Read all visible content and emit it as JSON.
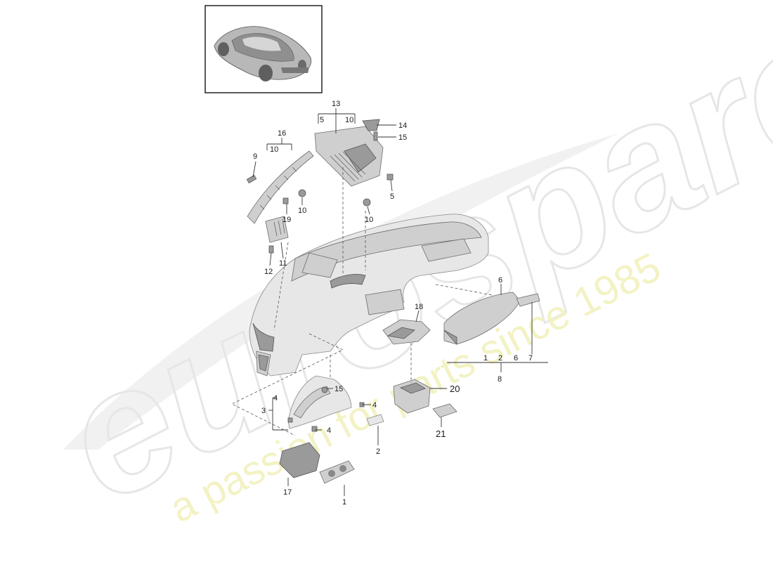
{
  "watermark": {
    "logo": "eurospares",
    "tagline": "a passion for parts since 1985"
  },
  "callouts": {
    "c13": "13",
    "c13_5": "5",
    "c13_10": "10",
    "c14": "14",
    "c15_top": "15",
    "c16": "16",
    "c16_10": "10",
    "c9": "9",
    "c19": "19",
    "c10_left": "10",
    "c10_mid": "10",
    "c5": "5",
    "c12": "12",
    "c11": "11",
    "c6": "6",
    "c7": "7",
    "c8": "8",
    "c8_1": "1",
    "c8_2": "2",
    "c8_6": "6",
    "c8_7": "7",
    "c18": "18",
    "c20": "20",
    "c21": "21",
    "c15_low": "15",
    "c3": "3",
    "c3_4": "4",
    "c4_a": "4",
    "c4_b": "4",
    "c2": "2",
    "c17": "17",
    "c1": "1"
  },
  "colors": {
    "part_fill": "#cfcfcf",
    "part_stroke": "#6b6b6b",
    "watermark_outline": "#e6e6e6",
    "watermark_tagline": "#f3f2c4"
  }
}
